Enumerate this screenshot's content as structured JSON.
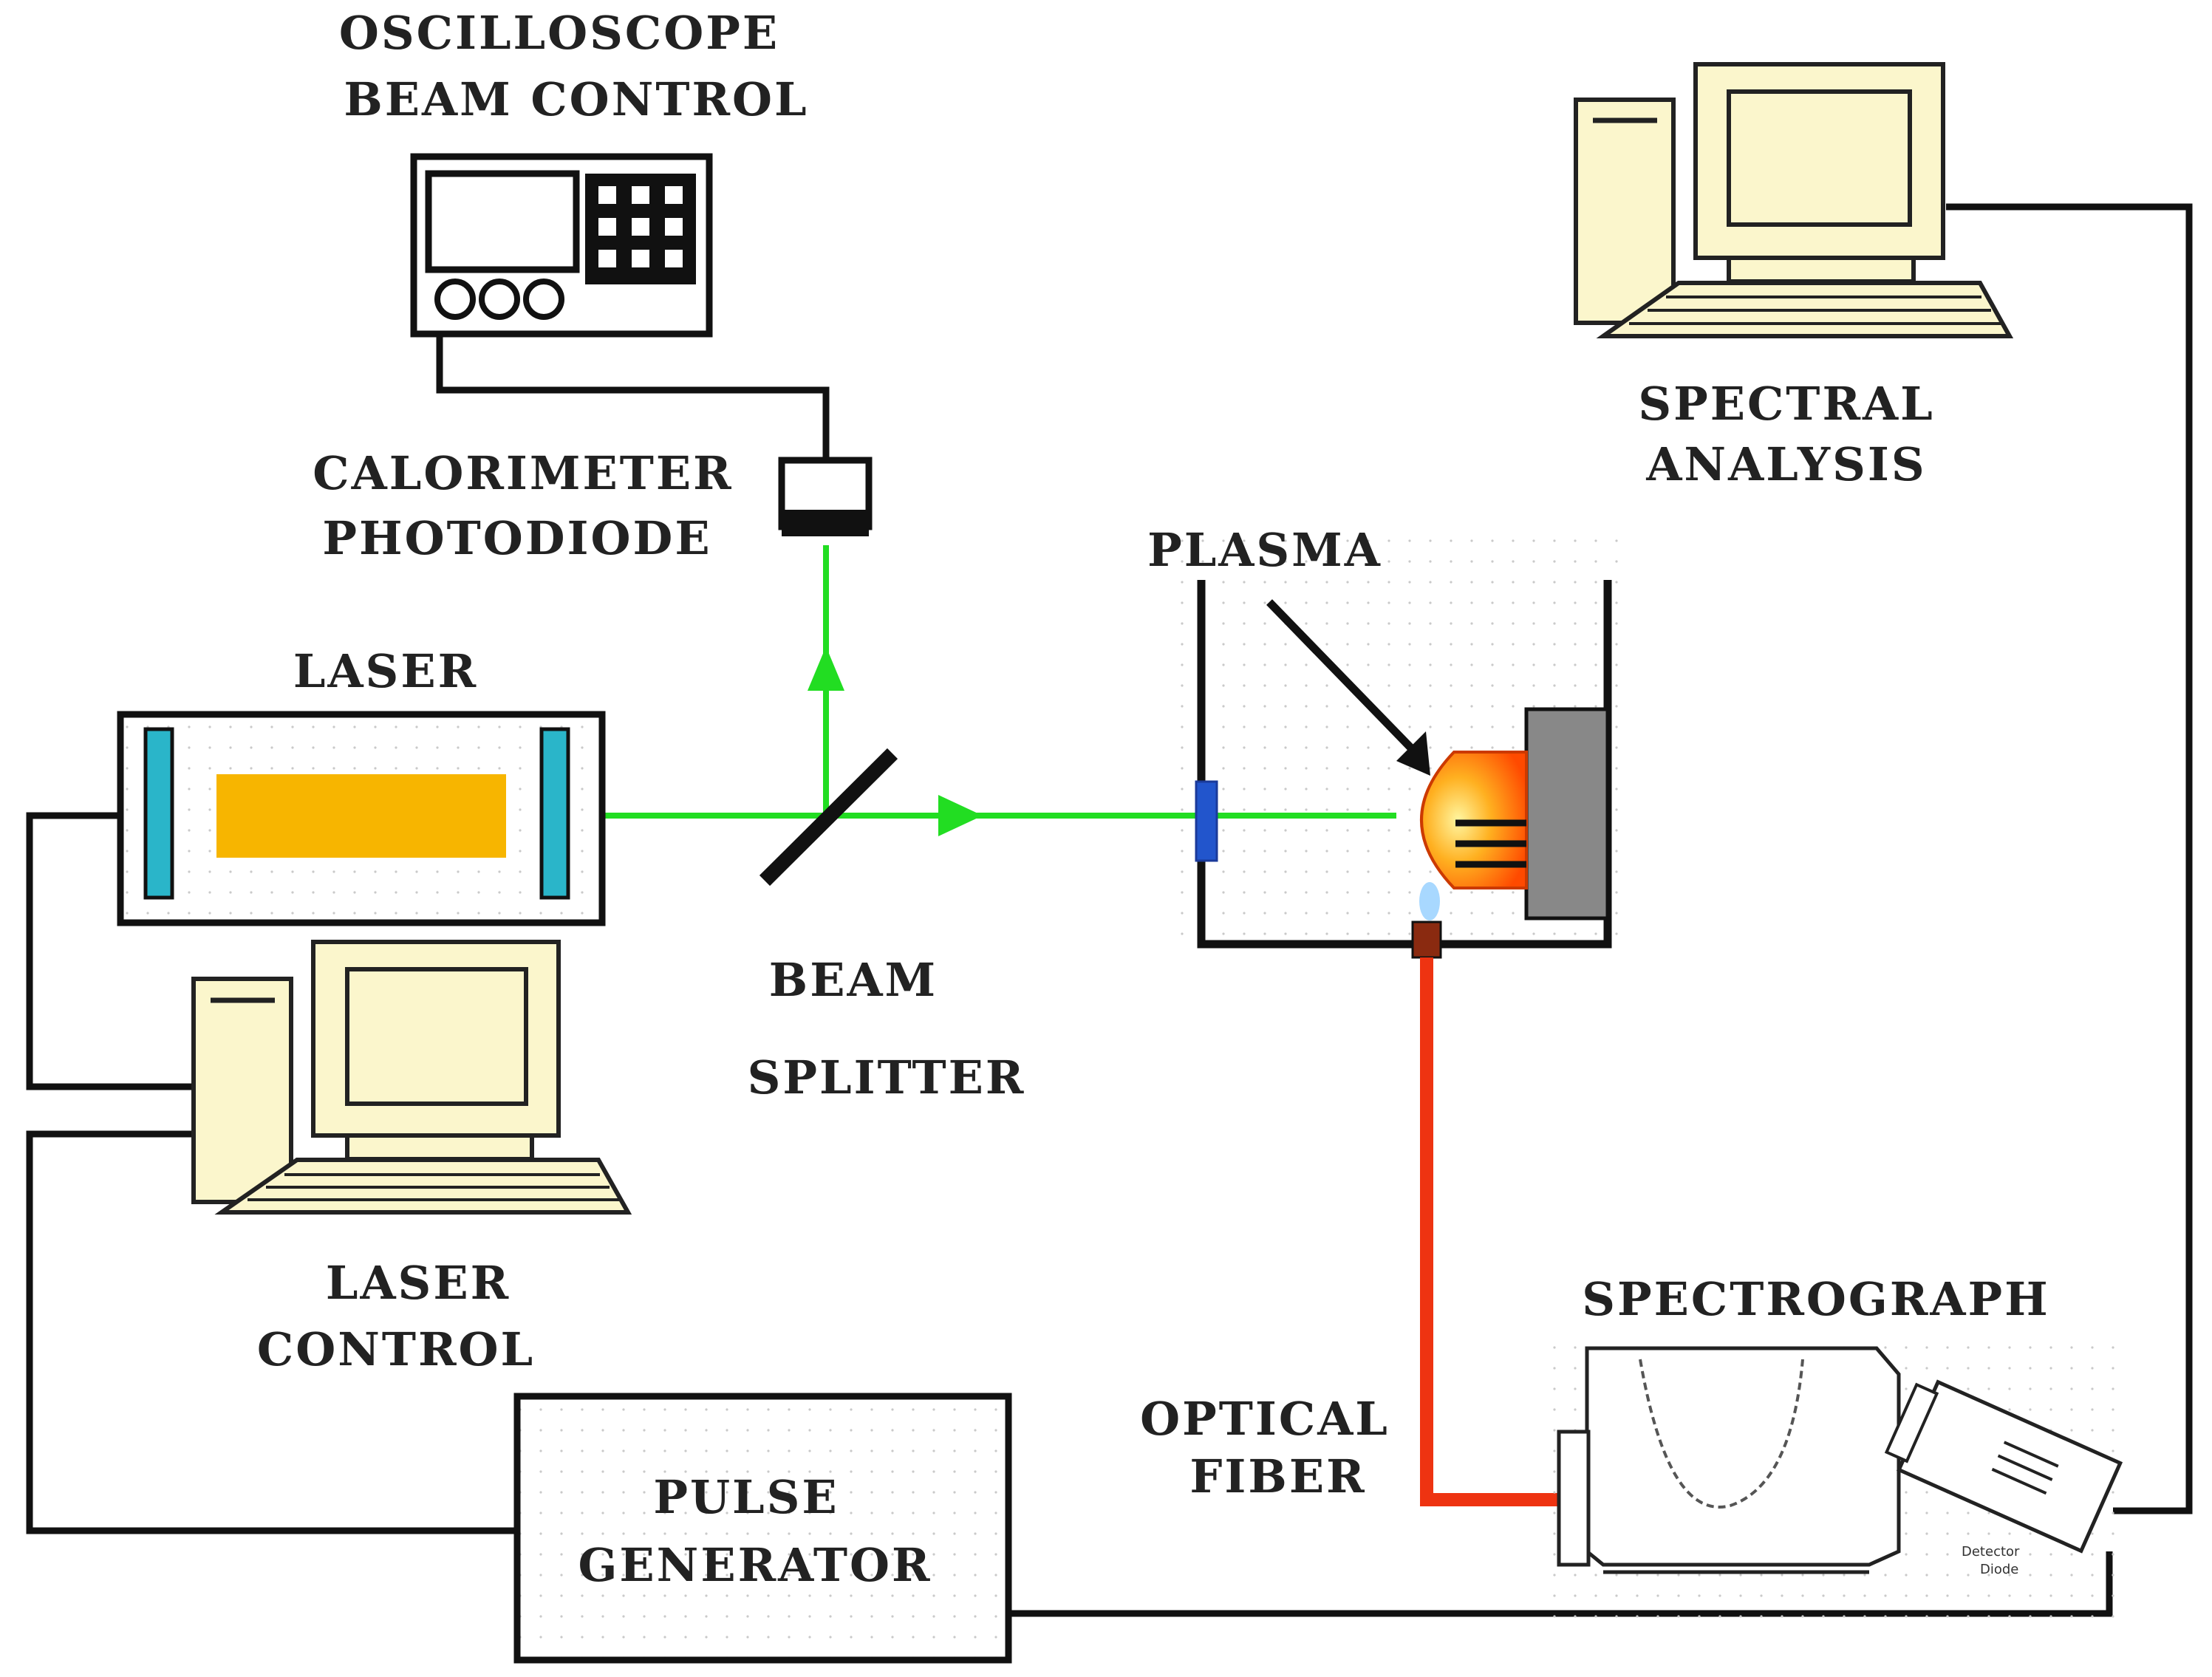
{
  "labels": {
    "oscilloscope": [
      "OSCILLOSCOPE",
      "BEAM CONTROL"
    ],
    "calorimeter": [
      "CALORIMETER",
      "PHOTODIODE"
    ],
    "laser": "LASER",
    "beam_splitter": [
      "BEAM",
      "SPLITTER"
    ],
    "laser_control": [
      "LASER",
      "CONTROL"
    ],
    "pulse_generator": [
      "PULSE",
      "GENERATOR"
    ],
    "plasma": "PLASMA",
    "spectral_analysis": [
      "SPECTRAL",
      "ANALYSIS"
    ],
    "spectrograph": "SPECTROGRAPH",
    "optical_fiber": [
      "OPTICAL",
      "FIBER"
    ],
    "detector_small": [
      "Detector",
      "Diode"
    ]
  },
  "colors": {
    "laser_beam": "#22dd22",
    "optical_fiber": "#ee3311",
    "computer_beige": "#fbf6cc",
    "laser_rod": "#f7b500",
    "laser_mirror": "#2ab5c9",
    "window": "#2255cc",
    "target_holder": "#888888",
    "wire": "#111111"
  }
}
